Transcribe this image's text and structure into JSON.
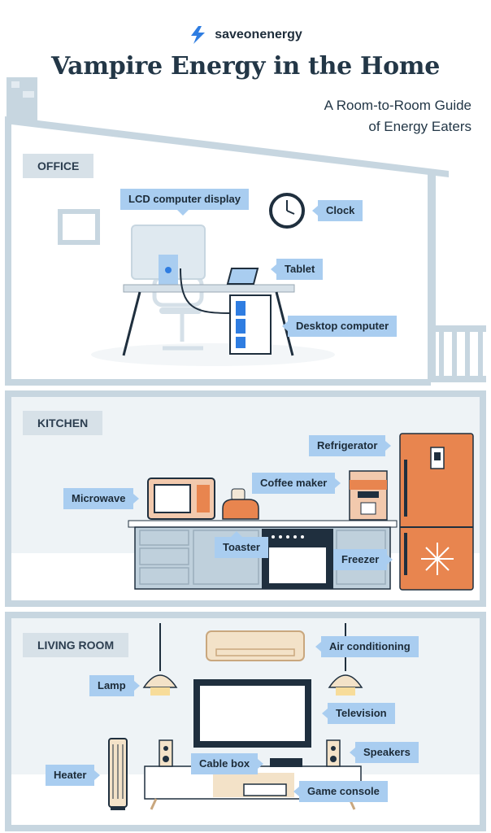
{
  "brand": {
    "name": "saveonenergy",
    "icon": "lightning-bolt-icon"
  },
  "title": "Vampire Energy in the Home",
  "subtitle": {
    "line1": "A Room-to-Room Guide",
    "line2": "of Energy Eaters"
  },
  "colors": {
    "house_outline": "#c7d6e0",
    "callout_bg": "#a9cdf0",
    "label_bg": "#d7e1e8",
    "appliance_orange": "#e8854f",
    "cabinet_blue": "#bfd0dc",
    "navy": "#1f2f3e"
  },
  "sections": {
    "office": {
      "label": "OFFICE",
      "callouts": {
        "lcd": "LCD computer display",
        "clock": "Clock",
        "tablet": "Tablet",
        "desktop": "Desktop computer"
      }
    },
    "kitchen": {
      "label": "KITCHEN",
      "callouts": {
        "refrigerator": "Refrigerator",
        "coffee": "Coffee maker",
        "microwave": "Microwave",
        "toaster": "Toaster",
        "freezer": "Freezer"
      }
    },
    "living": {
      "label": "LIVING ROOM",
      "callouts": {
        "ac": "Air conditioning",
        "lamp": "Lamp",
        "tv": "Television",
        "speakers": "Speakers",
        "cable": "Cable box",
        "heater": "Heater",
        "console": "Game console"
      }
    }
  }
}
